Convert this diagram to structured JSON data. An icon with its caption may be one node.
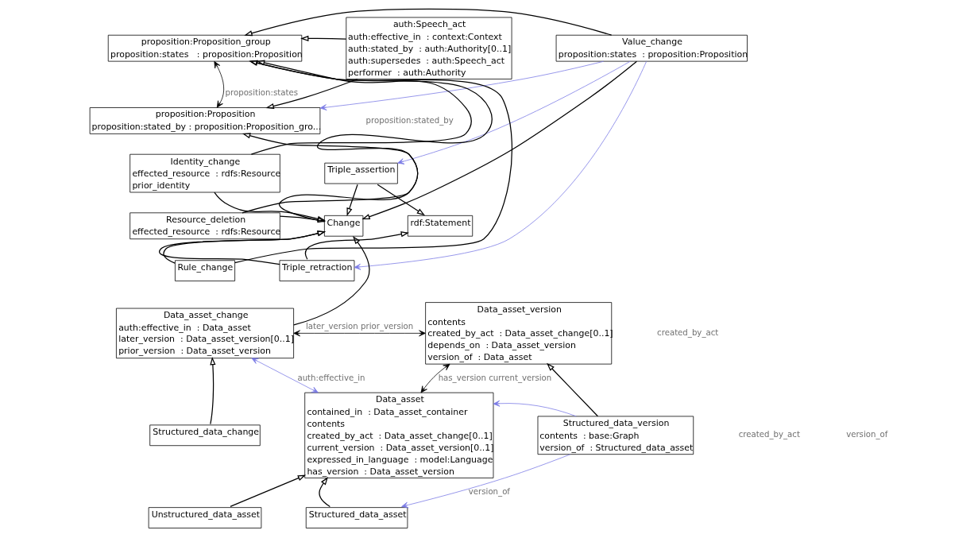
{
  "diagram": {
    "nodes": [
      {
        "text": [
          "proposition:Proposition_group",
          "proposition:states   : proposition:Proposition"
        ]
      },
      {
        "text": [
          "auth:Speech_act",
          "auth:effective_in  : context:Context",
          "auth:stated_by  : auth:Authority[0..1]",
          "auth:supersedes  : auth:Speech_act",
          "performer  : auth:Authority"
        ]
      },
      {
        "text": [
          "Value_change",
          "proposition:states  : proposition:Proposition"
        ]
      },
      {
        "text": [
          "proposition:Proposition",
          "proposition:stated_by : proposition:Proposition_gro..."
        ]
      },
      {
        "text": [
          "Triple_assertion"
        ]
      },
      {
        "text": [
          "rdf:Statement"
        ]
      },
      {
        "text": [
          "Identity_change",
          "effected_resource  : rdfs:Resource",
          "prior_identity"
        ]
      },
      {
        "text": [
          "Change"
        ]
      },
      {
        "text": [
          "Triple_retraction"
        ]
      },
      {
        "text": [
          "Resource_deletion",
          "effected_resource  : rdfs:Resource"
        ]
      },
      {
        "text": [
          "Rule_change"
        ]
      },
      {
        "text": [
          "Data_asset_version",
          "contents",
          "created_by_act  : Data_asset_change[0..1]",
          "depends_on  : Data_asset_version",
          "version_of  : Data_asset"
        ]
      },
      {
        "text": [
          "Data_asset_change",
          "auth:effective_in  : Data_asset",
          "later_version  : Data_asset_version[0..1]",
          "prior_version  : Data_asset_version"
        ]
      },
      {
        "text": [
          "Structured_data_change"
        ]
      },
      {
        "text": [
          "Data_asset",
          "contained_in  : Data_asset_container",
          "contents",
          "created_by_act  : Data_asset_change[0..1]",
          "current_version  : Data_asset_version[0..1]",
          "expressed_in_language  : model:Language",
          "has_version  : Data_asset_version"
        ]
      },
      {
        "text": [
          "Structured_data_version",
          "contents  : base:Graph",
          "version_of  : Structured_data_asset"
        ]
      },
      {
        "text": [
          "Unstructured_data_asset"
        ]
      },
      {
        "text": [
          "Structured_data_asset"
        ]
      }
    ],
    "edges": [
      {
        "from": 2,
        "to": 0,
        "arrow": "to"
      },
      {
        "from": 1,
        "to": 0,
        "arrow": "to"
      },
      {
        "from": 0,
        "to": 3,
        "arrow": "both",
        "label": "proposition:states"
      },
      {
        "from": 10,
        "to": 0,
        "arrow": "to"
      },
      {
        "from": 9,
        "to": 0,
        "arrow": "to"
      },
      {
        "from": 6,
        "to": 0,
        "arrow": "to"
      },
      {
        "from": 1,
        "to": 3,
        "arrow": "to"
      },
      {
        "from": 2,
        "to": 3,
        "arrow": "to",
        "color": "#7b7be6"
      },
      {
        "from": 2,
        "to": 7,
        "arrow": "to"
      },
      {
        "from": 2,
        "to": 4,
        "arrow": "to",
        "color": "#7b7be6"
      },
      {
        "from": 2,
        "to": 8,
        "arrow": "to",
        "color": "#7b7be6"
      },
      {
        "from": 7,
        "to": 3,
        "arrow": "to"
      },
      {
        "from": 4,
        "to": 5,
        "arrow": "to"
      },
      {
        "from": 4,
        "to": 7,
        "arrow": "to"
      },
      {
        "from": 8,
        "to": 5,
        "arrow": "to"
      },
      {
        "from": 8,
        "to": 7,
        "arrow": "to"
      },
      {
        "from": 6,
        "to": 7,
        "arrow": "to"
      },
      {
        "from": 9,
        "to": 7,
        "arrow": "to"
      },
      {
        "from": 10,
        "to": 7,
        "arrow": "to"
      },
      {
        "from": 12,
        "to": 7,
        "arrow": "to"
      },
      {
        "from": 13,
        "to": 12,
        "arrow": "to"
      },
      {
        "from": 12,
        "to": 11,
        "arrow": "both",
        "label": "later_version prior_version"
      },
      {
        "from": 12,
        "to": 14,
        "arrow": "both",
        "label": "auth:effective_in",
        "color": "#7b7be6"
      },
      {
        "from": 14,
        "to": 11,
        "arrow": "both",
        "label": "has_version current_version"
      },
      {
        "from": 15,
        "to": 11,
        "arrow": "to"
      },
      {
        "from": 15,
        "to": 14,
        "arrow": "to",
        "color": "#7b7be6"
      },
      {
        "from": 15,
        "to": 17,
        "arrow": "to",
        "label": "version_of",
        "color": "#7b7be6"
      },
      {
        "from": 16,
        "to": 14,
        "arrow": "to"
      },
      {
        "from": 17,
        "to": 14,
        "arrow": "to"
      }
    ],
    "labels": [
      "proposition:stated_by",
      "created_by_act",
      "created_by_act",
      "version_of"
    ]
  }
}
